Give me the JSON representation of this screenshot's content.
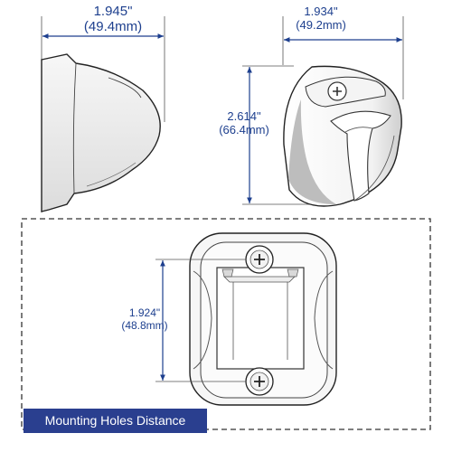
{
  "dimensions": {
    "width_left": {
      "imperial": "1.945\"",
      "metric": "(49.4mm)"
    },
    "width_right": {
      "imperial": "1.934\"",
      "metric": "(49.2mm)"
    },
    "height_right": {
      "imperial": "2.614\"",
      "metric": "(66.4mm)"
    },
    "mounting_holes": {
      "imperial": "1.924\"",
      "metric": "(48.8mm)"
    }
  },
  "caption": "Mounting Holes Distance",
  "colors": {
    "dimension": "#1d3f8e",
    "outline": "#222222",
    "caption_bg": "#2a3f8f",
    "caption_text": "#ffffff"
  }
}
